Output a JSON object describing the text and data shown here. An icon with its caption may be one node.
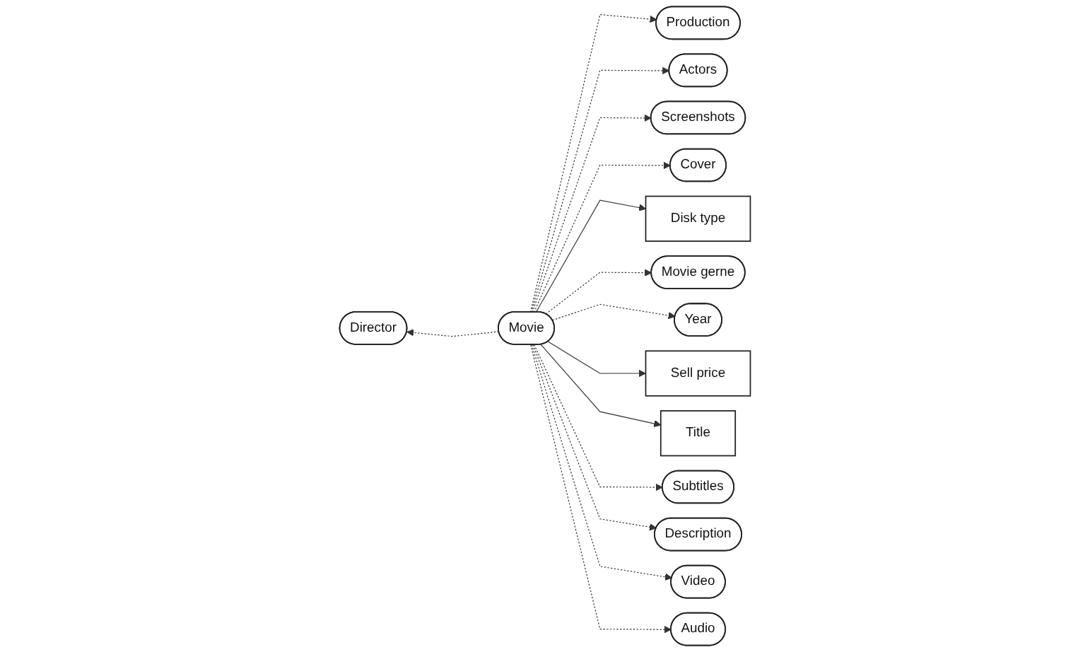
{
  "diagram": {
    "nodes": [
      {
        "text": [
          "Director"
        ]
      },
      {
        "text": [
          "Production"
        ]
      },
      {
        "text": [
          "Actors"
        ]
      },
      {
        "text": [
          "Screenshots"
        ]
      },
      {
        "text": [
          "Cover"
        ]
      },
      {
        "text": [
          "Disk type"
        ]
      },
      {
        "text": [
          "Movie gerne"
        ]
      },
      {
        "text": [
          "Year"
        ]
      },
      {
        "text": [
          "Movie"
        ]
      },
      {
        "text": [
          "Sell price"
        ]
      },
      {
        "text": [
          "Title"
        ]
      },
      {
        "text": [
          "Subtitles"
        ]
      },
      {
        "text": [
          "Description"
        ]
      },
      {
        "text": [
          "Video"
        ]
      },
      {
        "text": [
          "Audio"
        ]
      }
    ],
    "edges": [
      {
        "from": 8,
        "to": 0,
        "arrow": "to",
        "style": "dashed"
      },
      {
        "from": 8,
        "to": 1,
        "arrow": "to",
        "style": "dashed"
      },
      {
        "from": 8,
        "to": 2,
        "arrow": "to",
        "style": "dashed"
      },
      {
        "from": 8,
        "to": 3,
        "arrow": "to",
        "style": "dashed"
      },
      {
        "from": 8,
        "to": 4,
        "arrow": "to",
        "style": "dashed"
      },
      {
        "from": 8,
        "to": 5,
        "arrow": "to"
      },
      {
        "from": 8,
        "to": 6,
        "arrow": "to",
        "style": "dashed"
      },
      {
        "from": 8,
        "to": 7,
        "arrow": "to",
        "style": "dashed"
      },
      {
        "from": 8,
        "to": 9,
        "arrow": "to"
      },
      {
        "from": 8,
        "to": 10,
        "arrow": "to"
      },
      {
        "from": 8,
        "to": 11,
        "arrow": "to",
        "style": "dashed"
      },
      {
        "from": 8,
        "to": 12,
        "arrow": "to",
        "style": "dashed"
      },
      {
        "from": 8,
        "to": 13,
        "arrow": "to",
        "style": "dashed"
      },
      {
        "from": 8,
        "to": 14,
        "arrow": "to",
        "style": "dashed"
      }
    ]
  }
}
